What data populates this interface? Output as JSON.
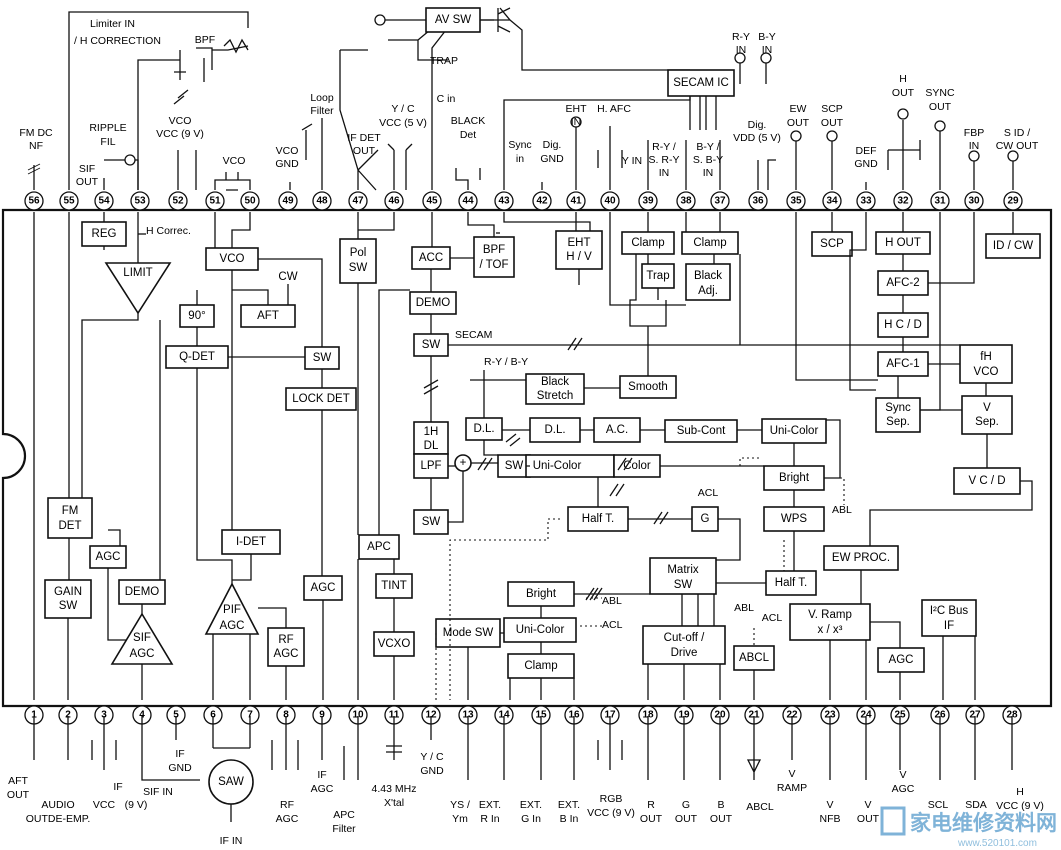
{
  "pins_bottom": [
    "1",
    "2",
    "3",
    "4",
    "5",
    "6",
    "7",
    "8",
    "9",
    "10",
    "11",
    "12",
    "13",
    "14",
    "15",
    "16",
    "17",
    "18",
    "19",
    "20",
    "21",
    "22",
    "23",
    "24",
    "25",
    "26",
    "27",
    "28"
  ],
  "pins_top": [
    "56",
    "55",
    "54",
    "53",
    "52",
    "51",
    "50",
    "49",
    "48",
    "47",
    "46",
    "45",
    "44",
    "43",
    "42",
    "41",
    "40",
    "39",
    "38",
    "37",
    "36",
    "35",
    "34",
    "33",
    "32",
    "31",
    "30",
    "29"
  ],
  "blocks": {
    "reg": "REG",
    "limit": "LIMIT",
    "vco": "VCO",
    "ninety": "90°",
    "aft": "AFT",
    "qdet": "Q-DET",
    "sw1": "SW",
    "lockdet": "LOCK DET",
    "idet": "I-DET",
    "fmdet1": "FM",
    "fmdet2": "DET",
    "agc1": "AGC",
    "demo1": "DEMO",
    "gainsw1": "GAIN",
    "gainsw2": "SW",
    "sifagc1": "SIF",
    "sifagc2": "AGC",
    "pifagc1": "PIF",
    "pifagc2": "AGC",
    "rfagc1": "RF",
    "rfagc2": "AGC",
    "agc2": "AGC",
    "apc": "APC",
    "vcxo": "VCXO",
    "tint": "TINT",
    "polsw1": "Pol",
    "polsw2": "SW",
    "acc": "ACC",
    "bpftof1": "BPF",
    "bpftof2": "/ TOF",
    "demo2": "DEMO",
    "sw2": "SW",
    "secam": "SECAM",
    "ry_by": "R-Y / B-Y",
    "dl1h1": "1H",
    "dl1h2": "DL",
    "lpf": "LPF",
    "sw3": "SW",
    "dl1": "D.L.",
    "sw4": "SW",
    "blackstretch1": "Black",
    "blackstretch2": "Stretch",
    "smooth": "Smooth",
    "dl2": "D.L.",
    "ac": "A.C.",
    "subcont": "Sub-Cont",
    "unicolor1": "Uni-Color",
    "unicolor2": "Uni-Color",
    "color": "Color",
    "halft1": "Half T.",
    "g": "G",
    "acl_top": "ACL",
    "bright1": "Bright",
    "wps": "WPS",
    "abl_right": "ABL",
    "matrix1": "Matrix",
    "matrix2": "SW",
    "halft2": "Half T.",
    "ewproc": "EW PROC.",
    "modesw": "Mode SW",
    "bright2": "Bright",
    "abl2": "ABL",
    "unicolor3": "Uni-Color",
    "acl2": "ACL",
    "clamp3": "Clamp",
    "cutoff1": "Cut-off /",
    "cutoff2": "Drive",
    "abl3": "ABL",
    "acl3": "ACL",
    "abcl": "ABCL",
    "vramp1": "V. Ramp",
    "vramp2": "x / x³",
    "agc3": "AGC",
    "i2c1": "I²C Bus",
    "i2c2": "IF",
    "eht1": "EHT",
    "eht2": "H / V",
    "clamp1": "Clamp",
    "clamp2": "Clamp",
    "trap": "Trap",
    "blackadj1": "Black",
    "blackadj2": "Adj.",
    "scp": "SCP",
    "hout": "H OUT",
    "afc2": "AFC-2",
    "hcd": "H C / D",
    "afc1": "AFC-1",
    "fhvco1": "fH",
    "fhvco2": "VCO",
    "syncsep1": "Sync",
    "syncsep2": "Sep.",
    "vsep1": "V",
    "vsep2": "Sep.",
    "vcd": "V C / D",
    "idcw": "ID / CW",
    "secamic": "SECAM IC",
    "avsw": "AV SW",
    "hcorrec": "H Correc.",
    "cw": "CW"
  },
  "top_labels": {
    "limiter1": "Limiter IN",
    "limiter2": "/ H CORRECTION",
    "bpf": "BPF",
    "fmdc1": "FM DC",
    "fmdc2": "NF",
    "ripple1": "RIPPLE",
    "ripple2": "FIL",
    "sifout1": "SIF",
    "sifout2": "OUT",
    "vcovcc1": "VCO",
    "vcovcc2": "VCC (9 V)",
    "vco3": "VCO",
    "vcognd1": "VCO",
    "vcognd2": "GND",
    "loop1": "Loop",
    "loop2": "Filter",
    "ifdet1": "IF DET",
    "ifdet2": "OUT",
    "yc1": "Y / C",
    "yc2": "VCC (5 V)",
    "trap": "TRAP",
    "cin": "C in",
    "black1": "BLACK",
    "black2": "Det",
    "sync1": "Sync",
    "sync2": "in",
    "dig1": "Dig.",
    "dig2": "GND",
    "eht1": "EHT",
    "eht2": "IN",
    "hafc": "H. AFC",
    "yin": "Y IN",
    "ry1": "R-Y /",
    "ry2": "S. R-Y",
    "ry3": "IN",
    "by1": "B-Y /",
    "by2": "S. B-Y",
    "by3": "IN",
    "digvdd1": "Dig.",
    "digvdd2": "VDD (5 V)",
    "ryin1": "R-Y",
    "ryin2": "IN",
    "byin1": "B-Y",
    "byin2": "IN",
    "ew1": "EW",
    "ew2": "OUT",
    "scp1": "SCP",
    "scp2": "OUT",
    "def1": "DEF",
    "def2": "GND",
    "h1": "H",
    "h2": "OUT",
    "syncout1": "SYNC",
    "syncout2": "OUT",
    "fbp1": "FBP",
    "fbp2": "IN",
    "sid1": "S ID /",
    "sid2": "CW OUT"
  },
  "bottom_labels": {
    "aft1": "AFT",
    "aft2": "OUT",
    "audio1": "AUDIO",
    "audio2": "OUTDE-EMP.",
    "ifvcc1": "IF",
    "ifvcc2": "VCC",
    "ifvcc3": "(9 V)",
    "sifin": "SIF IN",
    "ifgnd1": "IF",
    "ifgnd2": "GND",
    "saw": "SAW",
    "ifin": "IF IN",
    "rfagc1": "RF",
    "rfagc2": "AGC",
    "ifagc1": "IF",
    "ifagc2": "AGC",
    "apc1": "APC",
    "apc2": "Filter",
    "xtal1": "4.43 MHz",
    "xtal2": "X'tal",
    "ycgnd1": "Y / C",
    "ycgnd2": "GND",
    "ysym1": "YS /",
    "ysym2": "Ym",
    "extr1": "EXT.",
    "extr2": "R In",
    "extg1": "EXT.",
    "extg2": "G In",
    "extb1": "EXT.",
    "extb2": "B In",
    "rgb1": "RGB",
    "rgb2": "VCC (9 V)",
    "r1": "R",
    "r2": "OUT",
    "g1": "G",
    "g2": "OUT",
    "b1": "B",
    "b2": "OUT",
    "abcl": "ABCL",
    "vramp1": "V",
    "vramp2": "RAMP",
    "vnfb1": "V",
    "vnfb2": "NFB",
    "vout1": "V",
    "vout2": "OUT",
    "vagc1": "V",
    "vagc2": "AGC",
    "scl": "SCL",
    "sda": "SDA",
    "hvcc1": "H",
    "hvcc2": "VCC (9 V)"
  },
  "watermark": {
    "cn": "家电维修资料网",
    "url": "www.520101.com"
  }
}
